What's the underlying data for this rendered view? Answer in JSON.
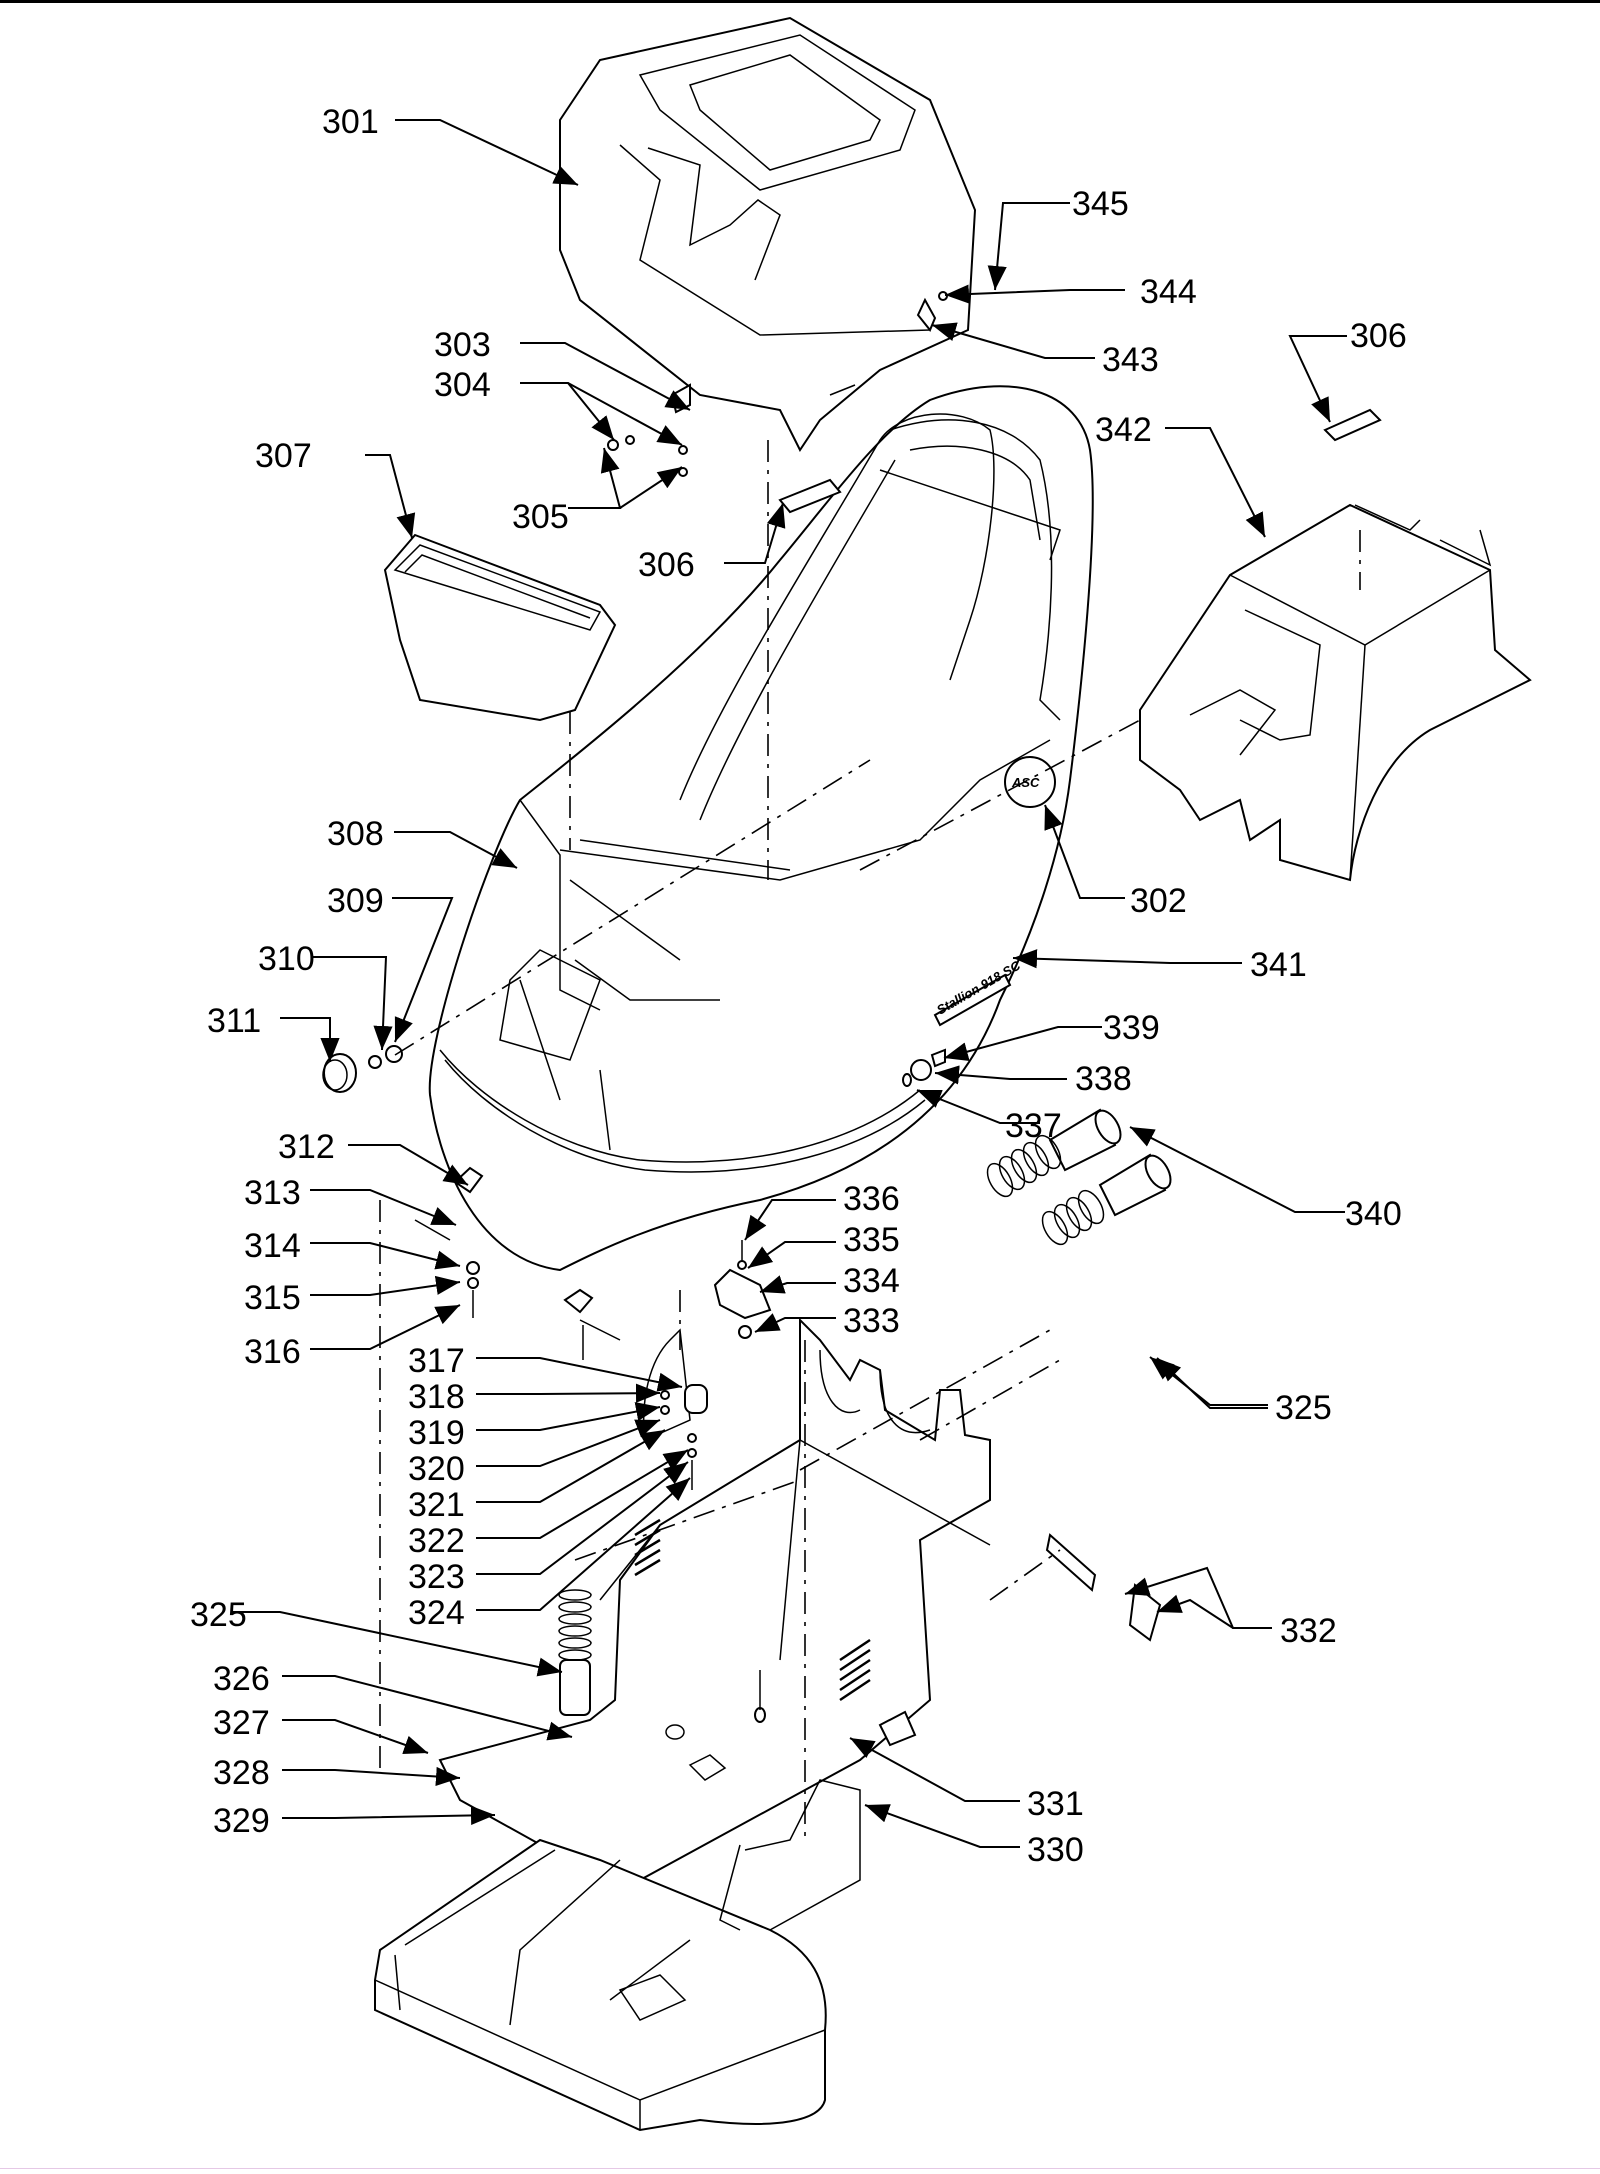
{
  "diagram": {
    "type": "exploded parts view",
    "model_decal": "Stallion 918 SC",
    "logo_badge": "ASC",
    "callouts": [
      {
        "id": "301"
      },
      {
        "id": "302"
      },
      {
        "id": "303"
      },
      {
        "id": "304"
      },
      {
        "id": "305"
      },
      {
        "id": "306"
      },
      {
        "id": "306b",
        "text": "306"
      },
      {
        "id": "307"
      },
      {
        "id": "308"
      },
      {
        "id": "309"
      },
      {
        "id": "310"
      },
      {
        "id": "311"
      },
      {
        "id": "312"
      },
      {
        "id": "313"
      },
      {
        "id": "314"
      },
      {
        "id": "315"
      },
      {
        "id": "316"
      },
      {
        "id": "317"
      },
      {
        "id": "318"
      },
      {
        "id": "319"
      },
      {
        "id": "320"
      },
      {
        "id": "321"
      },
      {
        "id": "322"
      },
      {
        "id": "323"
      },
      {
        "id": "324"
      },
      {
        "id": "325"
      },
      {
        "id": "325b",
        "text": "325"
      },
      {
        "id": "326"
      },
      {
        "id": "327"
      },
      {
        "id": "328"
      },
      {
        "id": "329"
      },
      {
        "id": "330"
      },
      {
        "id": "331"
      },
      {
        "id": "332"
      },
      {
        "id": "333"
      },
      {
        "id": "334"
      },
      {
        "id": "335"
      },
      {
        "id": "336"
      },
      {
        "id": "337"
      },
      {
        "id": "338"
      },
      {
        "id": "339"
      },
      {
        "id": "340"
      },
      {
        "id": "341"
      },
      {
        "id": "342"
      },
      {
        "id": "343"
      },
      {
        "id": "344"
      },
      {
        "id": "345"
      }
    ],
    "labels": {
      "l301": "301",
      "l302": "302",
      "l303": "303",
      "l304": "304",
      "l305": "305",
      "l306a": "306",
      "l306b": "306",
      "l307": "307",
      "l308": "308",
      "l309": "309",
      "l310": "310",
      "l311": "311",
      "l312": "312",
      "l313": "313",
      "l314": "314",
      "l315": "315",
      "l316": "316",
      "l317": "317",
      "l318": "318",
      "l319": "319",
      "l320": "320",
      "l321": "321",
      "l322": "322",
      "l323": "323",
      "l324": "324",
      "l325a": "325",
      "l325b": "325",
      "l326": "326",
      "l327": "327",
      "l328": "328",
      "l329": "329",
      "l330": "330",
      "l331": "331",
      "l332": "332",
      "l333": "333",
      "l334": "334",
      "l335": "335",
      "l336": "336",
      "l337": "337",
      "l338": "338",
      "l339": "339",
      "l340": "340",
      "l341": "341",
      "l342": "342",
      "l343": "343",
      "l344": "344",
      "l345": "345"
    }
  }
}
